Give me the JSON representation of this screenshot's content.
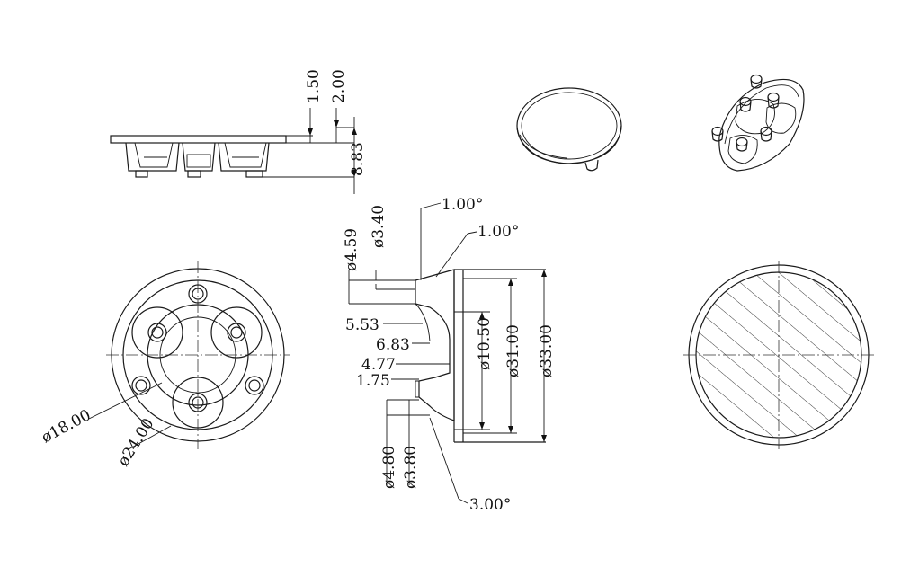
{
  "drawing": {
    "side_view": {
      "dims": [
        "1.50",
        "2.00",
        "8.83"
      ]
    },
    "front_view": {
      "dims": [
        "ø18.00",
        "ø24.00"
      ]
    },
    "section_view": {
      "angles": [
        "1.00°",
        "1.00°",
        "3.00°"
      ],
      "vertical_dims": [
        "ø4.59",
        "ø3.40",
        "ø4.80",
        "ø3.80",
        "ø10.50",
        "ø31.00",
        "ø33.00"
      ],
      "horizontal_dims": [
        "5.53",
        "6.83",
        "4.77",
        "1.75"
      ]
    }
  }
}
